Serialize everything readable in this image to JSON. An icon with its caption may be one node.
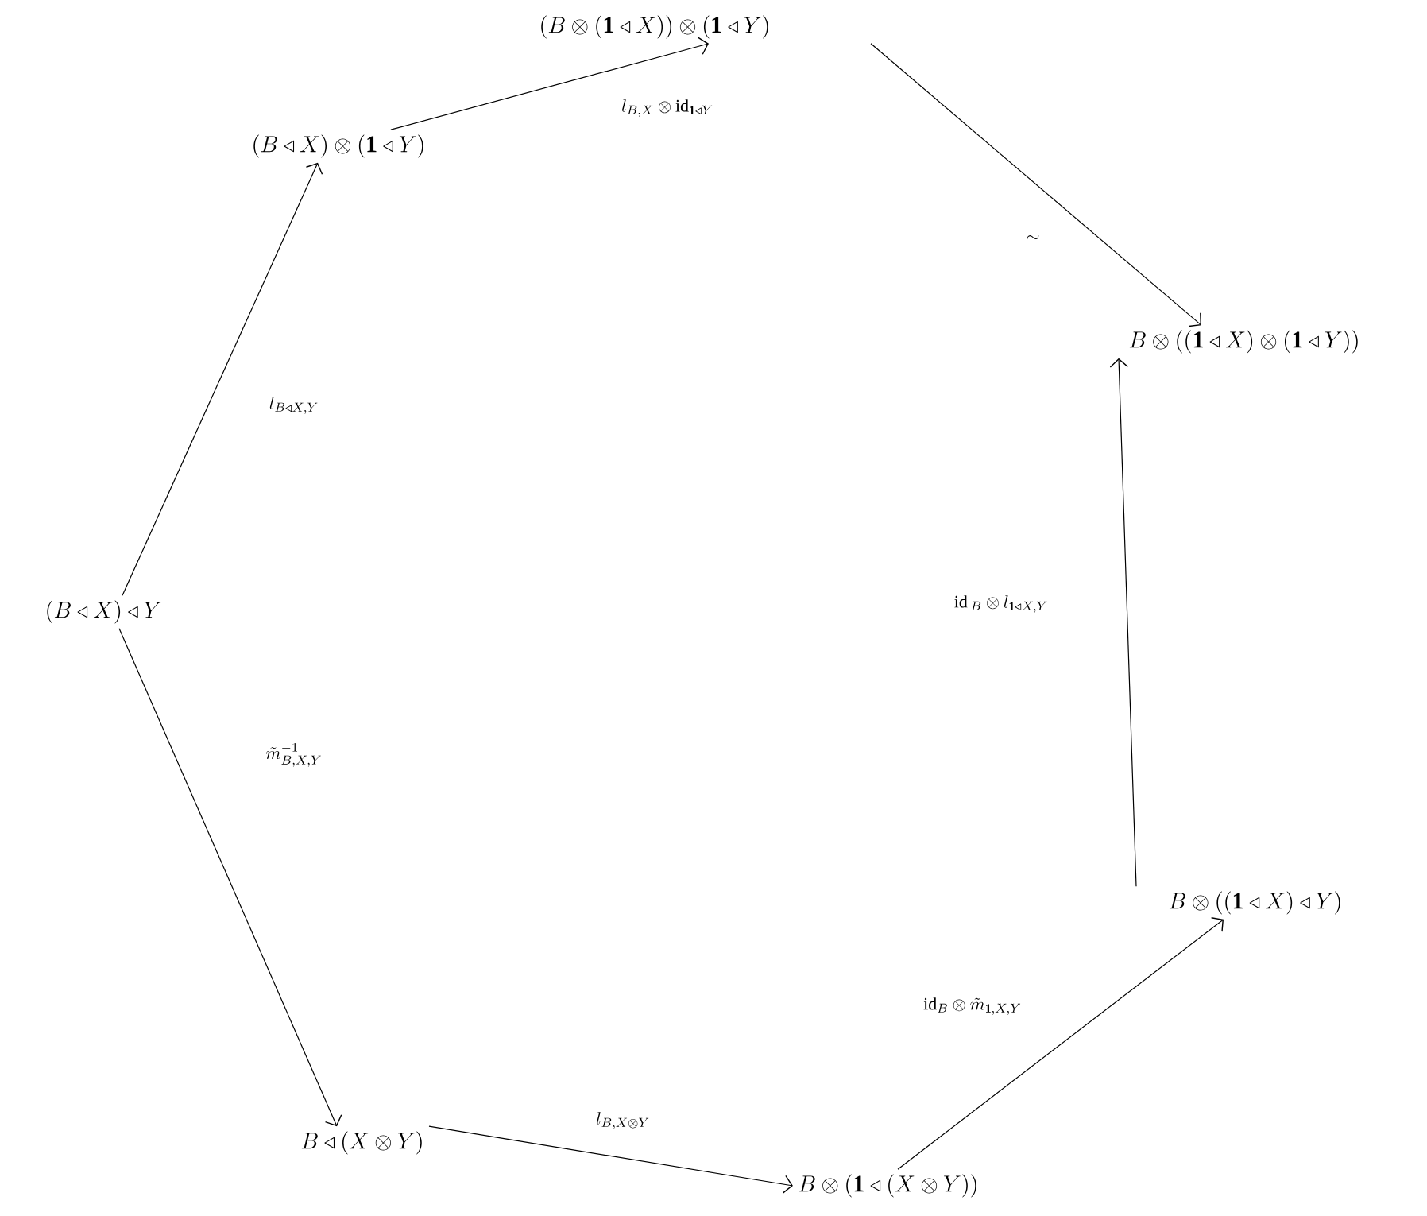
{
  "diagram": {
    "nodes": [
      {
        "text": [
          "(B \\triangleleft X) \\triangleleft Y"
        ]
      },
      {
        "text": [
          "(B \\triangleleft X) \\otimes (\\mathbf{1} \\triangleleft Y)"
        ]
      },
      {
        "text": [
          "(B \\otimes (\\mathbf{1} \\triangleleft X)) \\otimes (\\mathbf{1} \\triangleleft Y)"
        ]
      },
      {
        "text": [
          "B \\otimes ((\\mathbf{1} \\triangleleft X) \\otimes (\\mathbf{1} \\triangleleft Y))"
        ]
      },
      {
        "text": [
          "B \\otimes ((\\mathbf{1} \\triangleleft X) \\triangleleft Y)"
        ]
      },
      {
        "text": [
          "B \\triangleleft (X \\otimes Y)"
        ]
      },
      {
        "text": [
          "B \\otimes (\\mathbf{1} \\triangleleft (X \\otimes Y))"
        ]
      }
    ],
    "edges": [
      {
        "from": 0,
        "to": 1,
        "arrow": "to",
        "label": "l_{B \\triangleleft X, Y}"
      },
      {
        "from": 1,
        "to": 2,
        "arrow": "to",
        "label": "l_{B,X} \\otimes \\mathrm{id}_{\\mathbf{1} \\triangleleft Y}"
      },
      {
        "from": 2,
        "to": 3,
        "arrow": "to",
        "label": "\\sim"
      },
      {
        "from": 4,
        "to": 3,
        "arrow": "to",
        "label": "\\mathrm{id}\\,_B \\otimes l_{\\mathbf{1} \\triangleleft X, Y}"
      },
      {
        "from": 0,
        "to": 5,
        "arrow": "to",
        "label": "\\tilde{m}^{-1}_{B,X,Y}"
      },
      {
        "from": 5,
        "to": 6,
        "arrow": "to",
        "label": "l_{B, X \\otimes Y}"
      },
      {
        "from": 6,
        "to": 4,
        "arrow": "to",
        "label": "\\mathrm{id}_B \\otimes \\tilde{m}_{\\mathbf{1},X,Y}"
      }
    ]
  }
}
